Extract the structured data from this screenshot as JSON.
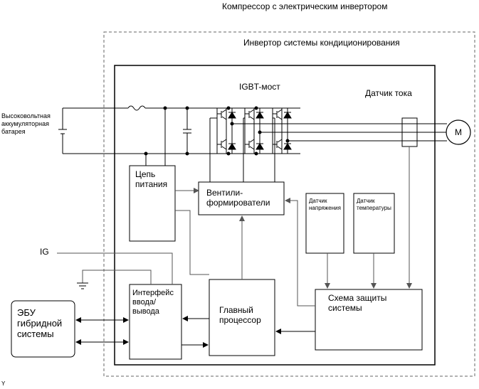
{
  "title": "Компрессор с электрическим инвертором",
  "inverter_title": "Инвертор системы кондиционирования",
  "igbt_label": "IGBT-мост",
  "current_sensor_label": "Датчик тока",
  "battery_label": "Высоковольтная\nаккумуляторная\nбатарея",
  "motor_label": "M",
  "power_circuit_label": "Цепь\nпитания",
  "gate_drivers_label": "Вентили-\nформирователи",
  "voltage_sensor_label": "Датчик\nнапряжения",
  "temp_sensor_label": "Датчик\nтемпературы",
  "ig_label": "IG",
  "io_interface_label": "Интерфейс\nввода/\nвывода",
  "main_processor_label": "Главный\nпроцессор",
  "protection_label": "Схема защиты\nсистемы",
  "ecu_label": "ЭБУ\nгибридной\nсистемы",
  "corner_mark": "Y",
  "colors": {
    "line": "#000000",
    "signal_line": "#555555",
    "dashed_border": "#666666"
  }
}
